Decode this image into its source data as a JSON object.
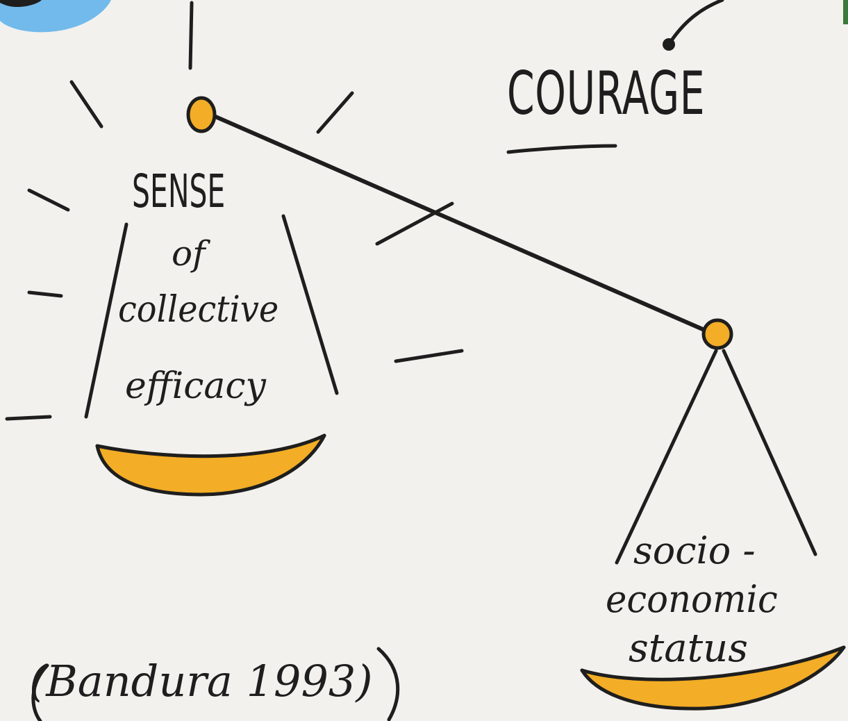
{
  "title": "COURAGE",
  "left_pan": {
    "line1": "SENSE",
    "line2": "of",
    "line3": "collective",
    "line4": "efficacy"
  },
  "right_pan": {
    "line1": "socio -",
    "line2": "economic",
    "line3": "status"
  },
  "citation": "(Bandura 1993)",
  "colors": {
    "ink": "#1e1e1e",
    "pan_fill": "#f3ad26",
    "background": "#f3f1ee",
    "accent_blue": "#3a9be0"
  }
}
